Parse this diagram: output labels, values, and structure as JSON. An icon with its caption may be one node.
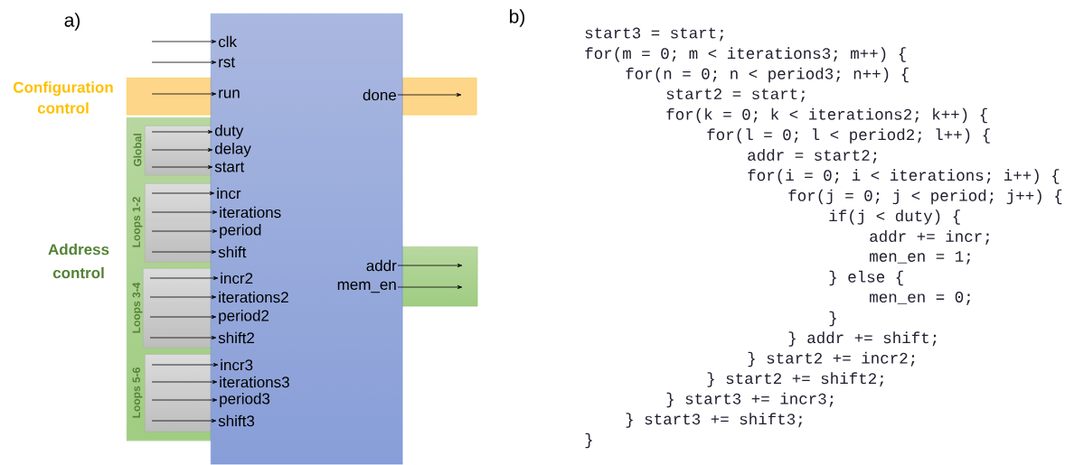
{
  "diagram": {
    "nodes": [
      {
        "text": [
          "Configuration control"
        ]
      },
      {
        "text": [
          "Address control"
        ]
      },
      {
        "text": [
          "Global"
        ],
        "in": 1
      },
      {
        "text": [
          "Loops 1-2"
        ],
        "in": 1
      },
      {
        "text": [
          "Loops 3-4"
        ],
        "in": 1
      },
      {
        "text": [
          "Loops 5-6"
        ],
        "in": 1
      },
      {
        "text": [],
        "shape": "box"
      },
      {
        "text": [],
        "shape": "box"
      },
      {
        "text": [
          "clk"
        ],
        "in": 7
      },
      {
        "text": [
          "rst"
        ],
        "in": 7
      },
      {
        "text": [
          "run"
        ]
      },
      {
        "text": [
          "done"
        ]
      },
      {
        "text": [
          "duty"
        ],
        "in": 7
      },
      {
        "text": [
          "delay"
        ],
        "in": 7
      },
      {
        "text": [
          "start"
        ],
        "in": 7
      },
      {
        "text": [
          "incr"
        ],
        "in": 7
      },
      {
        "text": [
          "iterations"
        ],
        "in": 7
      },
      {
        "text": [
          "period"
        ],
        "in": 7
      },
      {
        "text": [
          "shift"
        ],
        "in": 7
      },
      {
        "text": [
          "incr2"
        ],
        "in": 7
      },
      {
        "text": [
          "iterations2"
        ],
        "in": 7
      },
      {
        "text": [
          "period2"
        ],
        "in": 7
      },
      {
        "text": [
          "shift2"
        ],
        "in": 7
      },
      {
        "text": [
          "incr3"
        ],
        "in": 7
      },
      {
        "text": [
          "iterations3"
        ],
        "in": 7
      },
      {
        "text": [
          "period3"
        ],
        "in": 7
      },
      {
        "text": [
          "shift3"
        ],
        "in": 7
      },
      {
        "text": [
          "addr"
        ],
        "in": 7
      },
      {
        "text": [
          "mem_en"
        ],
        "in": 7
      }
    ],
    "edges": [
      {
        "from": null,
        "to": 8,
        "arrow": "to"
      },
      {
        "from": null,
        "to": 9,
        "arrow": "to"
      },
      {
        "from": 0,
        "to": 10,
        "arrow": "to"
      },
      {
        "from": 11,
        "to": 0,
        "arrow": "to"
      },
      {
        "from": 2,
        "to": 12,
        "arrow": "to"
      },
      {
        "from": 2,
        "to": 13,
        "arrow": "to"
      },
      {
        "from": 2,
        "to": 14,
        "arrow": "to"
      },
      {
        "from": 3,
        "to": 15,
        "arrow": "to"
      },
      {
        "from": 3,
        "to": 16,
        "arrow": "to"
      },
      {
        "from": 3,
        "to": 17,
        "arrow": "to"
      },
      {
        "from": 3,
        "to": 18,
        "arrow": "to"
      },
      {
        "from": 4,
        "to": 19,
        "arrow": "to"
      },
      {
        "from": 4,
        "to": 20,
        "arrow": "to"
      },
      {
        "from": 4,
        "to": 21,
        "arrow": "to"
      },
      {
        "from": 4,
        "to": 22,
        "arrow": "to"
      },
      {
        "from": 5,
        "to": 23,
        "arrow": "to"
      },
      {
        "from": 5,
        "to": 24,
        "arrow": "to"
      },
      {
        "from": 5,
        "to": 25,
        "arrow": "to"
      },
      {
        "from": 5,
        "to": 26,
        "arrow": "to"
      },
      {
        "from": 27,
        "to": 6,
        "arrow": "to"
      },
      {
        "from": 28,
        "to": 6,
        "arrow": "to"
      }
    ],
    "labels": [
      "a)",
      "b)",
      "start3 = start;",
      "for(m = 0; m < iterations3; m++) {",
      "for(n = 0; n < period3; n++) {",
      "start2 = start;",
      "for(k = 0; k < iterations2; k++) {",
      "for(l = 0; l < period2; l++) {",
      "addr = start2;",
      "for(i = 0; i < iterations; i++) {",
      "for(j = 0; j < period; j++) {",
      "if(j < duty) {",
      "addr += incr;",
      "men_en = 1;",
      "} else {",
      "men_en = 0;",
      "}",
      "} addr += shift;",
      "} start2 += incr2;",
      "} start2 += shift2;",
      "} start3 += incr3;",
      "} start3 += shift3;",
      "}"
    ]
  }
}
